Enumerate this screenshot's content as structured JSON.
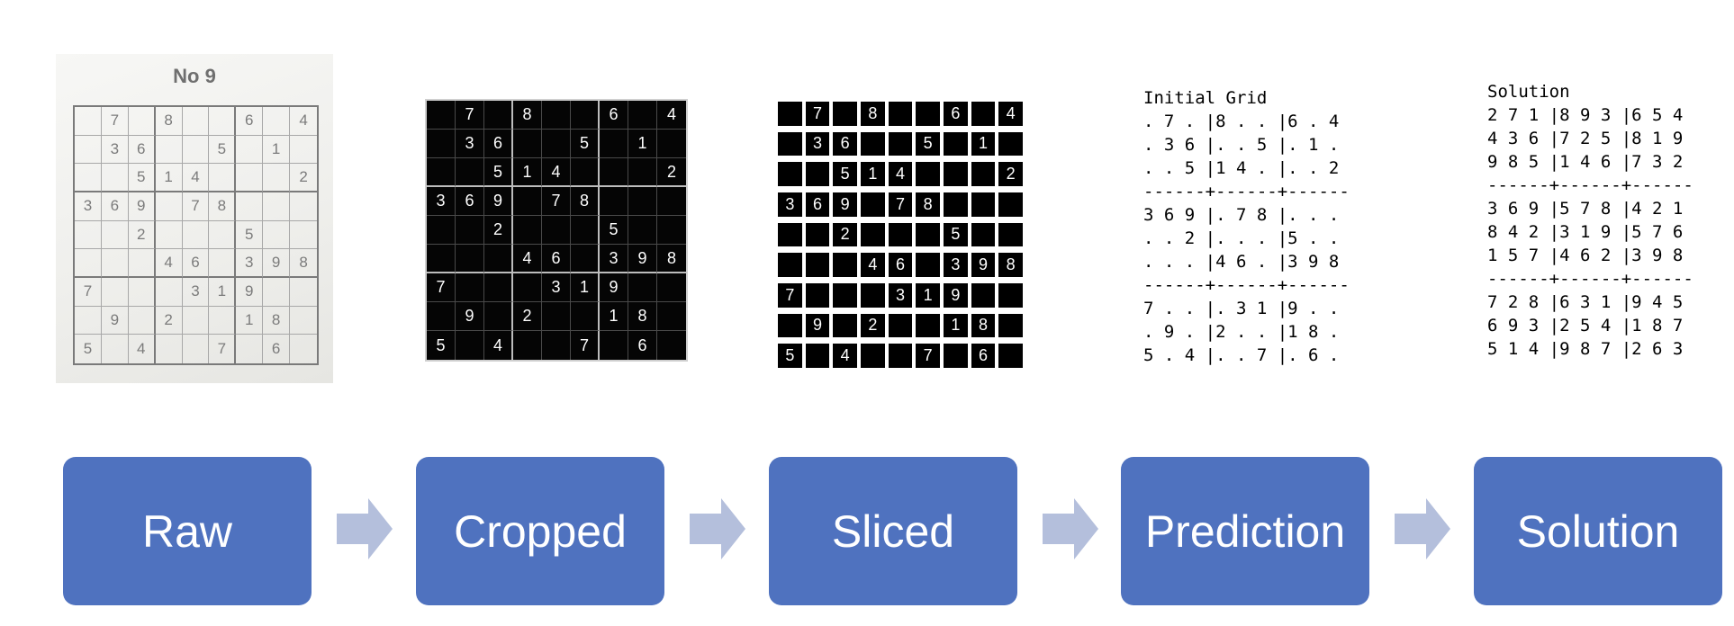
{
  "raw_image": {
    "title": "No 9",
    "grid": [
      [
        "",
        "7",
        "",
        "8",
        "",
        "",
        "6",
        "",
        "4"
      ],
      [
        "",
        "3",
        "6",
        "",
        "",
        "5",
        "",
        "1",
        ""
      ],
      [
        "",
        "",
        "5",
        "1",
        "4",
        "",
        "",
        "",
        "2"
      ],
      [
        "3",
        "6",
        "9",
        "",
        "7",
        "8",
        "",
        "",
        ""
      ],
      [
        "",
        "",
        "2",
        "",
        "",
        "",
        "5",
        "",
        ""
      ],
      [
        "",
        "",
        "",
        "4",
        "6",
        "",
        "3",
        "9",
        "8"
      ],
      [
        "7",
        "",
        "",
        "",
        "3",
        "1",
        "9",
        "",
        ""
      ],
      [
        "",
        "9",
        "",
        "2",
        "",
        "",
        "1",
        "8",
        ""
      ],
      [
        "5",
        "",
        "4",
        "",
        "",
        "7",
        "",
        "6",
        ""
      ]
    ]
  },
  "prediction_panel": {
    "title": "Initial Grid",
    "lines": [
      ". 7 . |8 . . |6 . 4",
      ". 3 6 |. . 5 |. 1 .",
      ". . 5 |1 4 . |. . 2",
      "------+------+------",
      "3 6 9 |. 7 8 |. . .",
      ". . 2 |. . . |5 . .",
      ". . . |4 6 . |3 9 8",
      "------+------+------",
      "7 . . |. 3 1 |9 . .",
      ". 9 . |2 . . |1 8 .",
      "5 . 4 |. . 7 |. 6 ."
    ]
  },
  "solution_panel": {
    "title": "Solution",
    "lines": [
      "2 7 1 |8 9 3 |6 5 4",
      "4 3 6 |7 2 5 |8 1 9",
      "9 8 5 |1 4 6 |7 3 2",
      "------+------+------",
      "3 6 9 |5 7 8 |4 2 1",
      "8 4 2 |3 1 9 |5 7 6",
      "1 5 7 |4 6 2 |3 9 8",
      "------+------+------",
      "7 2 8 |6 3 1 |9 4 5",
      "6 9 3 |2 5 4 |1 8 7",
      "5 1 4 |9 8 7 |2 6 3"
    ]
  },
  "pipeline": {
    "stages": [
      {
        "label": "Raw"
      },
      {
        "label": "Cropped"
      },
      {
        "label": "Sliced"
      },
      {
        "label": "Prediction"
      },
      {
        "label": "Solution"
      }
    ],
    "box_color": "#4f72bf",
    "arrow_color": "#b4bfdc"
  },
  "colors": {
    "stage_box": "#4f72bf",
    "arrow": "#b4bfdc",
    "cropped_background": "#050505",
    "sliced_cell": "#000000"
  }
}
